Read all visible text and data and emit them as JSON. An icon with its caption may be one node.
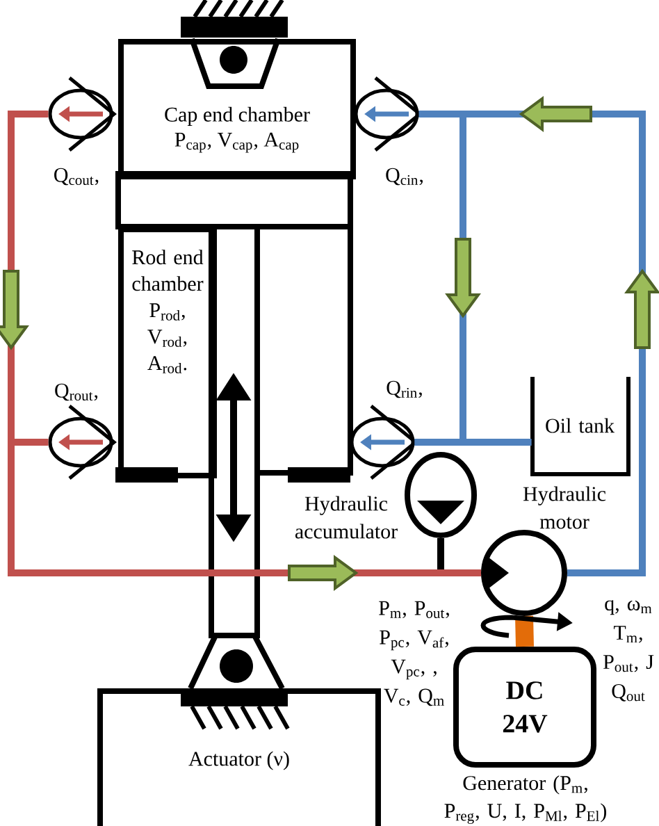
{
  "diagram": {
    "nodes": [
      {
        "text": [],
        "shape": "circle",
        "beside": [
          "Q$_{cout}$,"
        ]
      },
      {
        "text": [
          "Cap end chamber",
          "P$_{cap}$, V$_{cap}$,  A$_{cap}$"
        ]
      },
      {
        "text": [],
        "shape": "circle",
        "beside": [
          "Q$_{cin}$,"
        ]
      },
      {
        "text": [
          "Rod end chamber",
          "P$_{rod}$, V$_{rod}$, A$_{rod}$."
        ]
      },
      {
        "text": [],
        "shape": "circle",
        "beside": [
          "Q$_{rout}$,"
        ]
      },
      {
        "text": [],
        "shape": "circle",
        "beside": [
          "Q$_{rin}$,"
        ]
      },
      {
        "text": [
          "Oil tank"
        ]
      },
      {
        "text": [],
        "shape": "circle",
        "beside": [
          "Hydraulic accumulator"
        ]
      },
      {
        "text": [],
        "shape": "circle",
        "beside": [
          "Hydraulic motor"
        ]
      },
      {
        "text": [
          "DC 24V"
        ],
        "beside": [
          "Generator (P$_{m}$, P$_{reg}$, U, I, P$_{Ml}$, P$_{El}$)"
        ]
      },
      {
        "text": [
          "Actuator (ν)"
        ]
      }
    ],
    "edges": [
      {
        "from": 0,
        "to": 8,
        "arrow": "none",
        "color": "#c0504d"
      },
      {
        "from": 4,
        "to": 8,
        "arrow": "none",
        "color": "#c0504d"
      },
      {
        "from": 8,
        "to": 2,
        "arrow": "none",
        "color": "#4f81bd"
      },
      {
        "from": 8,
        "to": 5,
        "arrow": "none",
        "color": "#4f81bd"
      },
      {
        "from": 6,
        "to": 5,
        "arrow": "none",
        "color": "#4f81bd"
      },
      {
        "from": 8,
        "to": 9,
        "arrow": "none",
        "style": "thick",
        "color": "#e36c09"
      },
      {
        "from": 7,
        "to": 8,
        "arrow": "none",
        "color": "#000000"
      }
    ],
    "labels": [
      "P$_{m}$, P$_{out}$, P$_{pc}$, V$_{af}$, V$_{pc}$, , V$_{c}$, Q$_{m}$",
      "q, ω$_{m}$ T$_{m}$, P$_{out}$, J Q$_{out}$"
    ]
  }
}
